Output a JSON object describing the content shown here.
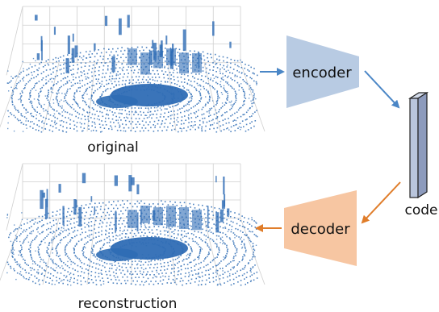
{
  "labels": {
    "original": "original",
    "reconstruction": "reconstruction",
    "encoder": "encoder",
    "decoder": "decoder",
    "code": "code"
  },
  "colors": {
    "background": "#ffffff",
    "point_cloud": "#2f6db5",
    "encoder_fill": "#b8cbe3",
    "decoder_fill": "#f7c6a2",
    "encoder_arrow": "#4a86c6",
    "decoder_arrow": "#e07d2a",
    "code_front": "#b9c5dc",
    "code_side": "#8d9bbd",
    "label_text": "#111111"
  }
}
